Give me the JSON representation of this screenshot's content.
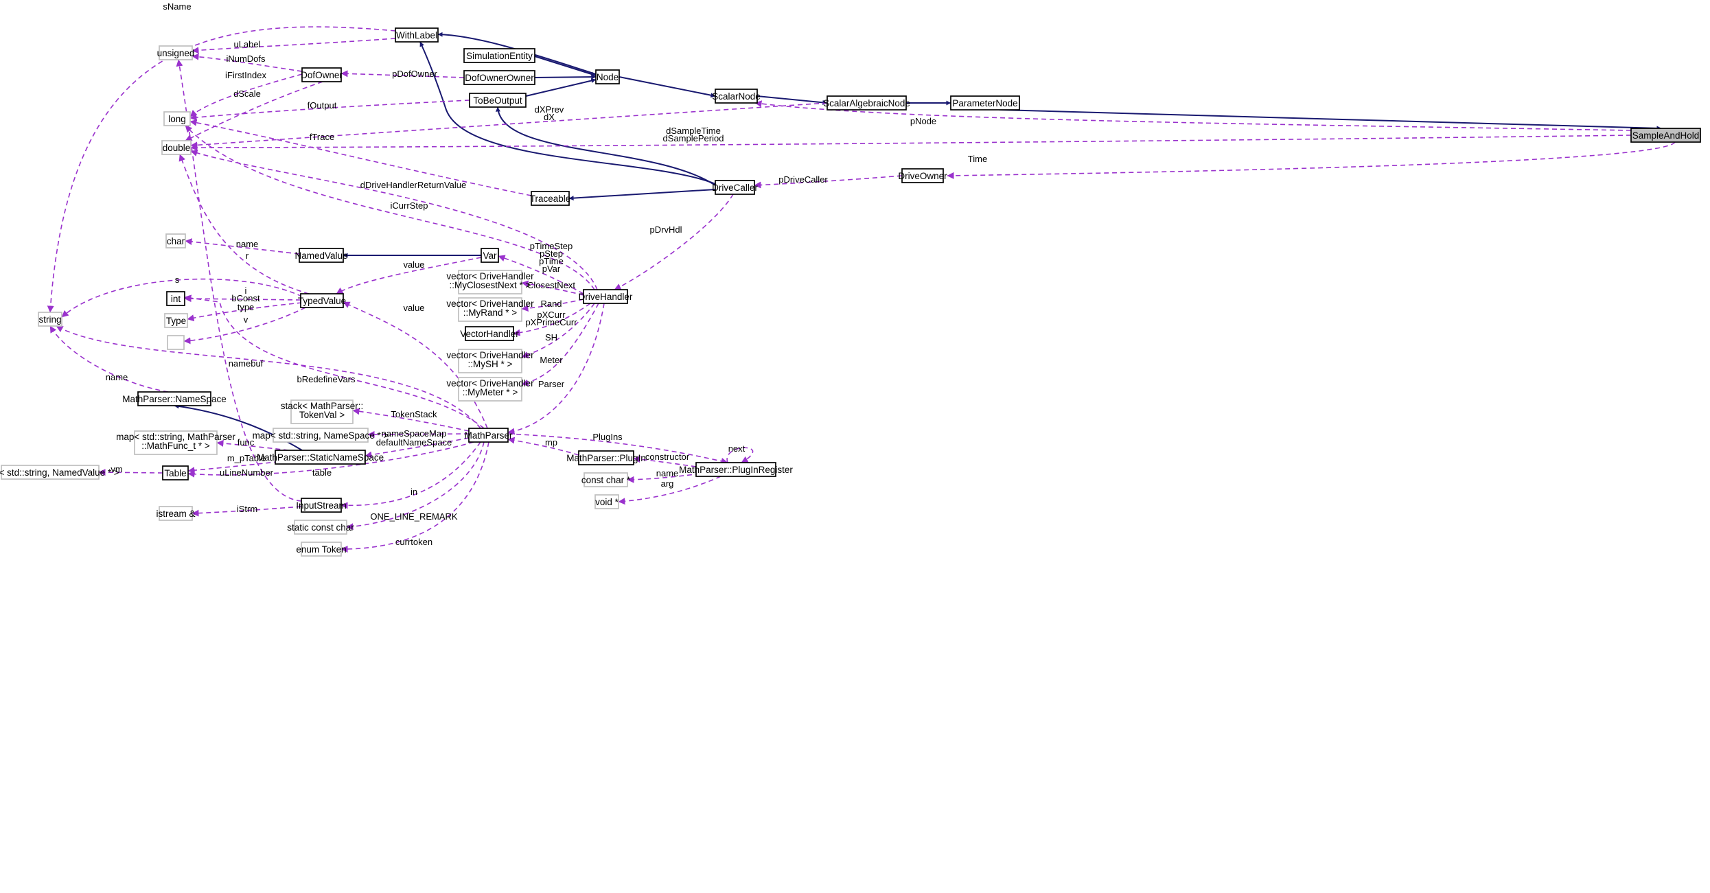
{
  "diagram": {
    "kind": "collaboration graph",
    "colors": {
      "inheritance": "#191970",
      "usage": "#9a32cd",
      "highlight_fill": "#bfbfbf",
      "undocumented_border": "#bfbfbf"
    },
    "nodes": [
      {
        "id": "SampleAndHold",
        "lines": [
          "SampleAndHold"
        ],
        "style": "hl"
      },
      {
        "id": "ParameterNode",
        "lines": [
          "ParameterNode"
        ],
        "style": "solid"
      },
      {
        "id": "ScalarAlgebraicNode",
        "lines": [
          "ScalarAlgebraicNode"
        ],
        "style": "solid"
      },
      {
        "id": "ScalarNode",
        "lines": [
          "ScalarNode"
        ],
        "style": "solid"
      },
      {
        "id": "Node",
        "lines": [
          "Node"
        ],
        "style": "solid"
      },
      {
        "id": "WithLabel",
        "lines": [
          "WithLabel"
        ],
        "style": "solid"
      },
      {
        "id": "SimulationEntity",
        "lines": [
          "SimulationEntity"
        ],
        "style": "solid"
      },
      {
        "id": "DofOwnerOwner",
        "lines": [
          "DofOwnerOwner"
        ],
        "style": "solid"
      },
      {
        "id": "ToBeOutput",
        "lines": [
          "ToBeOutput"
        ],
        "style": "solid"
      },
      {
        "id": "DofOwner",
        "lines": [
          "DofOwner"
        ],
        "style": "solid"
      },
      {
        "id": "unsigned",
        "lines": [
          "unsigned"
        ],
        "style": "dim"
      },
      {
        "id": "long",
        "lines": [
          "long"
        ],
        "style": "dim"
      },
      {
        "id": "double",
        "lines": [
          "double"
        ],
        "style": "dim"
      },
      {
        "id": "string",
        "lines": [
          "string"
        ],
        "style": "dim"
      },
      {
        "id": "DriveOwner",
        "lines": [
          "DriveOwner"
        ],
        "style": "solid"
      },
      {
        "id": "DriveCaller",
        "lines": [
          "DriveCaller"
        ],
        "style": "solid"
      },
      {
        "id": "Traceable",
        "lines": [
          "Traceable"
        ],
        "style": "solid"
      },
      {
        "id": "char",
        "lines": [
          "char"
        ],
        "style": "dim"
      },
      {
        "id": "NamedValue",
        "lines": [
          "NamedValue"
        ],
        "style": "solid"
      },
      {
        "id": "Var",
        "lines": [
          "Var"
        ],
        "style": "solid"
      },
      {
        "id": "int",
        "lines": [
          "int"
        ],
        "style": "solid"
      },
      {
        "id": "Type",
        "lines": [
          "Type"
        ],
        "style": "dim"
      },
      {
        "id": "blank",
        "lines": [
          ""
        ],
        "style": "dim"
      },
      {
        "id": "TypedValue",
        "lines": [
          "TypedValue"
        ],
        "style": "solid"
      },
      {
        "id": "vecClosest",
        "lines": [
          "vector< DriveHandler",
          "::MyClosestNext * >"
        ],
        "style": "dim"
      },
      {
        "id": "DriveHandler",
        "lines": [
          "DriveHandler"
        ],
        "style": "solid"
      },
      {
        "id": "vecRand",
        "lines": [
          "vector< DriveHandler",
          "::MyRand * >"
        ],
        "style": "dim"
      },
      {
        "id": "VectorHandler",
        "lines": [
          "VectorHandler"
        ],
        "style": "solid"
      },
      {
        "id": "vecSH",
        "lines": [
          "vector< DriveHandler",
          "::MySH * >"
        ],
        "style": "dim"
      },
      {
        "id": "vecMeter",
        "lines": [
          "vector< DriveHandler",
          "::MyMeter * >"
        ],
        "style": "dim"
      },
      {
        "id": "NameSpace",
        "lines": [
          "MathParser::NameSpace"
        ],
        "style": "solid"
      },
      {
        "id": "stackToken",
        "lines": [
          "stack< MathParser::",
          "TokenVal >"
        ],
        "style": "dim"
      },
      {
        "id": "mapNameSpace",
        "lines": [
          "map< std::string, NameSpace * >"
        ],
        "style": "dim"
      },
      {
        "id": "MathParser",
        "lines": [
          "MathParser"
        ],
        "style": "solid"
      },
      {
        "id": "mapMathFunc",
        "lines": [
          "map< std::string, MathParser",
          "::MathFunc_t * >"
        ],
        "style": "dim"
      },
      {
        "id": "StaticNameSpace",
        "lines": [
          "MathParser::StaticNameSpace"
        ],
        "style": "solid"
      },
      {
        "id": "PlugIn",
        "lines": [
          "MathParser::PlugIn"
        ],
        "style": "solid"
      },
      {
        "id": "PlugInRegister",
        "lines": [
          "MathParser::PlugInRegister"
        ],
        "style": "solid"
      },
      {
        "id": "mapNamedValue",
        "lines": [
          "map< std::string, NamedValue * >"
        ],
        "style": "dim"
      },
      {
        "id": "Table",
        "lines": [
          "Table"
        ],
        "style": "solid"
      },
      {
        "id": "constchar",
        "lines": [
          "const char *"
        ],
        "style": "dim"
      },
      {
        "id": "voidptr",
        "lines": [
          "void *"
        ],
        "style": "dim"
      },
      {
        "id": "istream",
        "lines": [
          "istream &"
        ],
        "style": "dim"
      },
      {
        "id": "InputStream",
        "lines": [
          "InputStream"
        ],
        "style": "solid"
      },
      {
        "id": "staticconstchar",
        "lines": [
          "static const char"
        ],
        "style": "dim"
      },
      {
        "id": "enumToken",
        "lines": [
          "enum Token"
        ],
        "style": "dim"
      }
    ],
    "edges": [
      {
        "from": "ParameterNode",
        "to": "SampleAndHold",
        "type": "inherit",
        "labels": []
      },
      {
        "from": "ScalarAlgebraicNode",
        "to": "ParameterNode",
        "type": "inherit",
        "labels": []
      },
      {
        "from": "ScalarNode",
        "to": "ScalarAlgebraicNode",
        "type": "inherit",
        "labels": []
      },
      {
        "from": "Node",
        "to": "ScalarNode",
        "type": "inherit",
        "labels": []
      },
      {
        "from": "WithLabel",
        "to": "Node",
        "type": "inherit",
        "labels": []
      },
      {
        "from": "SimulationEntity",
        "to": "Node",
        "type": "inherit",
        "labels": []
      },
      {
        "from": "DofOwnerOwner",
        "to": "Node",
        "type": "inherit",
        "labels": []
      },
      {
        "from": "ToBeOutput",
        "to": "Node",
        "type": "inherit",
        "labels": []
      },
      {
        "from": "WithLabel",
        "to": "DriveCaller",
        "type": "inherit",
        "labels": []
      },
      {
        "from": "ToBeOutput",
        "to": "DriveCaller",
        "type": "inherit",
        "labels": []
      },
      {
        "from": "Traceable",
        "to": "DriveCaller",
        "type": "inherit",
        "labels": []
      },
      {
        "from": "NamedValue",
        "to": "Var",
        "type": "inherit",
        "labels": []
      },
      {
        "from": "NameSpace",
        "to": "StaticNameSpace",
        "type": "inherit",
        "labels": []
      },
      {
        "from": "SampleAndHold",
        "to": "ScalarNode",
        "type": "use",
        "labels": [
          "pNode"
        ]
      },
      {
        "from": "SampleAndHold",
        "to": "double",
        "type": "use",
        "labels": [
          "dSampleTime",
          "dSamplePeriod"
        ]
      },
      {
        "from": "SampleAndHold",
        "to": "DriveOwner",
        "type": "use",
        "labels": [
          "Time"
        ]
      },
      {
        "from": "ScalarAlgebraicNode",
        "to": "double",
        "type": "use",
        "labels": [
          "dXPrev",
          "dX"
        ]
      },
      {
        "from": "WithLabel",
        "to": "string",
        "type": "use",
        "labels": [
          "sName"
        ]
      },
      {
        "from": "WithLabel",
        "to": "unsigned",
        "type": "use",
        "labels": [
          "uLabel"
        ]
      },
      {
        "from": "DofOwnerOwner",
        "to": "DofOwner",
        "type": "use",
        "labels": [
          "pDofOwner"
        ]
      },
      {
        "from": "DofOwner",
        "to": "unsigned",
        "type": "use",
        "labels": [
          "iNumDofs"
        ]
      },
      {
        "from": "DofOwner",
        "to": "long",
        "type": "use",
        "labels": [
          "iFirstIndex"
        ]
      },
      {
        "from": "DofOwner",
        "to": "double",
        "type": "use",
        "labels": [
          "dScale"
        ]
      },
      {
        "from": "ToBeOutput",
        "to": "long",
        "type": "use",
        "labels": [
          "fOutput"
        ]
      },
      {
        "from": "Traceable",
        "to": "long",
        "type": "use",
        "labels": [
          "fTrace"
        ]
      },
      {
        "from": "DriveOwner",
        "to": "DriveCaller",
        "type": "use",
        "labels": [
          "pDriveCaller"
        ]
      },
      {
        "from": "DriveCaller",
        "to": "DriveHandler",
        "type": "use",
        "labels": [
          "pDrvHdl"
        ]
      },
      {
        "from": "DriveHandler",
        "to": "double",
        "type": "use",
        "labels": [
          "dDriveHandlerReturnValue"
        ]
      },
      {
        "from": "DriveHandler",
        "to": "long",
        "type": "use",
        "labels": [
          "iCurrStep"
        ]
      },
      {
        "from": "DriveHandler",
        "to": "Var",
        "type": "use",
        "labels": [
          "pTimeStep",
          "pStep",
          "pTime",
          "pVar"
        ]
      },
      {
        "from": "DriveHandler",
        "to": "vecClosest",
        "type": "use",
        "labels": [
          "ClosestNext"
        ]
      },
      {
        "from": "DriveHandler",
        "to": "vecRand",
        "type": "use",
        "labels": [
          "Rand"
        ]
      },
      {
        "from": "DriveHandler",
        "to": "VectorHandler",
        "type": "use",
        "labels": [
          "pXCurr",
          "pXPrimeCurr"
        ]
      },
      {
        "from": "DriveHandler",
        "to": "vecSH",
        "type": "use",
        "labels": [
          "SH"
        ]
      },
      {
        "from": "DriveHandler",
        "to": "vecMeter",
        "type": "use",
        "labels": [
          "Meter"
        ]
      },
      {
        "from": "DriveHandler",
        "to": "MathParser",
        "type": "use",
        "labels": [
          "Parser"
        ]
      },
      {
        "from": "NamedValue",
        "to": "char",
        "type": "use",
        "labels": [
          "name"
        ]
      },
      {
        "from": "Var",
        "to": "TypedValue",
        "type": "use",
        "labels": [
          "value"
        ]
      },
      {
        "from": "TypedValue",
        "to": "double",
        "type": "use",
        "labels": [
          "r"
        ]
      },
      {
        "from": "TypedValue",
        "to": "string",
        "type": "use",
        "labels": [
          "s"
        ]
      },
      {
        "from": "TypedValue",
        "to": "int",
        "type": "use",
        "labels": [
          "i",
          "bConst"
        ]
      },
      {
        "from": "TypedValue",
        "to": "Type",
        "type": "use",
        "labels": [
          "type"
        ]
      },
      {
        "from": "TypedValue",
        "to": "blank",
        "type": "use",
        "labels": [
          "v"
        ]
      },
      {
        "from": "NameSpace",
        "to": "string",
        "type": "use",
        "labels": [
          "name"
        ]
      },
      {
        "from": "MathParser",
        "to": "string",
        "type": "use",
        "labels": [
          "namebuf"
        ]
      },
      {
        "from": "MathParser",
        "to": "int",
        "type": "use",
        "labels": [
          "bRedefineVars"
        ]
      },
      {
        "from": "MathParser",
        "to": "TypedValue",
        "type": "use",
        "labels": [
          "value"
        ]
      },
      {
        "from": "MathParser",
        "to": "stackToken",
        "type": "use",
        "labels": [
          "TokenStack"
        ]
      },
      {
        "from": "MathParser",
        "to": "mapNameSpace",
        "type": "use",
        "labels": [
          "nameSpaceMap"
        ]
      },
      {
        "from": "MathParser",
        "to": "StaticNameSpace",
        "type": "use",
        "labels": [
          "defaultNameSpace"
        ]
      },
      {
        "from": "MathParser",
        "to": "Table",
        "type": "use",
        "labels": [
          "table"
        ]
      },
      {
        "from": "MathParser",
        "to": "InputStream",
        "type": "use",
        "labels": [
          "in"
        ]
      },
      {
        "from": "MathParser",
        "to": "staticconstchar",
        "type": "use",
        "labels": [
          "ONE_LINE_REMARK"
        ]
      },
      {
        "from": "MathParser",
        "to": "enumToken",
        "type": "use",
        "labels": [
          "currtoken"
        ]
      },
      {
        "from": "MathParser",
        "to": "PlugInRegister",
        "type": "use",
        "labels": [
          "PlugIns"
        ]
      },
      {
        "from": "StaticNameSpace",
        "to": "mapMathFunc",
        "type": "use",
        "labels": [
          "func"
        ]
      },
      {
        "from": "StaticNameSpace",
        "to": "Table",
        "type": "use",
        "labels": [
          "m_pTable"
        ]
      },
      {
        "from": "Table",
        "to": "mapNamedValue",
        "type": "use",
        "labels": [
          "vm"
        ]
      },
      {
        "from": "InputStream",
        "to": "unsigned",
        "type": "use",
        "labels": [
          "uLineNumber"
        ]
      },
      {
        "from": "InputStream",
        "to": "istream",
        "type": "use",
        "labels": [
          "iStrm"
        ]
      },
      {
        "from": "PlugIn",
        "to": "MathParser",
        "type": "use",
        "labels": [
          "mp"
        ]
      },
      {
        "from": "PlugInRegister",
        "to": "PlugIn",
        "type": "use",
        "labels": [
          "constructor"
        ]
      },
      {
        "from": "PlugInRegister",
        "to": "constchar",
        "type": "use",
        "labels": [
          "name"
        ]
      },
      {
        "from": "PlugInRegister",
        "to": "voidptr",
        "type": "use",
        "labels": [
          "arg"
        ]
      },
      {
        "from": "PlugInRegister",
        "to": "PlugInRegister",
        "type": "use",
        "labels": [
          "next"
        ]
      }
    ]
  }
}
